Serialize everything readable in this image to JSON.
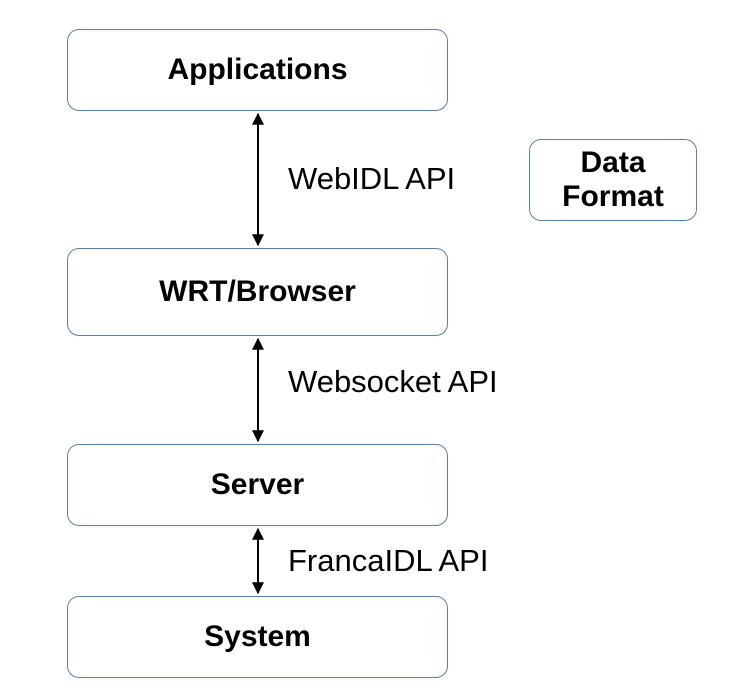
{
  "diagram": {
    "layers": [
      {
        "id": "applications",
        "label": "Applications"
      },
      {
        "id": "wrt_browser",
        "label": "WRT/Browser"
      },
      {
        "id": "server",
        "label": "Server"
      },
      {
        "id": "system",
        "label": "System"
      }
    ],
    "side_box": {
      "line1": "Data",
      "line2": "Format"
    },
    "connectors": [
      {
        "from": "Applications",
        "to": "WRT/Browser",
        "label": "WebIDL API",
        "direction": "bidirectional"
      },
      {
        "from": "WRT/Browser",
        "to": "Server",
        "label": "Websocket API",
        "direction": "bidirectional"
      },
      {
        "from": "Server",
        "to": "System",
        "label": "FrancaIDL API",
        "direction": "bidirectional"
      }
    ],
    "colors": {
      "box_border": "#5b7fa6",
      "text": "#000000",
      "arrow": "#000000"
    }
  }
}
